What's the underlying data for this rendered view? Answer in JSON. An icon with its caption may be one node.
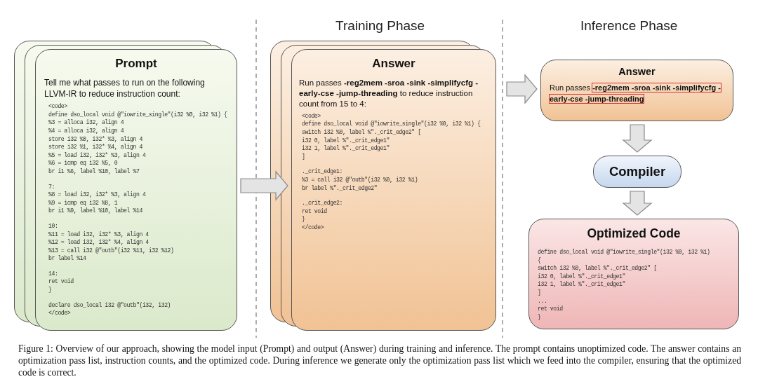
{
  "diagram": {
    "caption": "Figure 1: Overview of our approach, showing the model input (Prompt) and output (Answer) during training and inference. The prompt contains unoptimized code. The answer contains an optimization pass list, instruction counts, and the optimized code. During inference we generate only the optimization pass list which we feed into the compiler, ensuring that the optimized code is correct.",
    "nodes": [
      {
        "text": [
          "Prompt",
          "Tell me what passes to run on the following LLVM-IR to reduce instruction count:",
          "<code>",
          "define dso_local void @\"iowrite_single\"(i32 %0, i32 %1) {",
          "%3 = alloca i32, align 4",
          "%4 = alloca i32, align 4",
          "store i32 %0, i32* %3, align 4",
          "store i32 %1, i32* %4, align 4",
          "%5 = load i32, i32* %3, align 4",
          "%6 = icmp eq i32 %5, 0",
          "br i1 %6, label %10, label %7",
          "7:",
          "%8 = load i32, i32* %3, align 4",
          "%9 = icmp eq i32 %8, 1",
          "br i1 %9, label %10, label %14",
          "10:",
          "%11 = load i32, i32* %3, align 4",
          "%12 = load i32, i32* %4, align 4",
          "%13 = call i32 @\"outb\"(i32 %11, i32 %12)",
          "br label %14",
          "14:",
          "ret void",
          "}",
          "declare dso_local i32 @\"outb\"(i32, i32)",
          "</code>"
        ]
      },
      {
        "text": [
          "Answer",
          "Run passes **-reg2mem -sroa -sink -simplifycfg -early-cse -jump-threading** to reduce instruction count from 15 to 4:",
          "<code>",
          "define dso_local void @\"iowrite_single\"(i32 %0, i32 %1) {",
          "switch i32 %0, label %\"._crit_edge2\" [",
          "i32 0, label %\"._crit_edge1\"",
          "i32 1, label %\"._crit_edge1\"",
          "]",
          "._crit_edge1:",
          "%3 = call i32 @\"outb\"(i32 %0, i32 %1)",
          "br label %\"._crit_edge2\"",
          "._crit_edge2:",
          "ret void",
          "}",
          "</code>"
        ]
      },
      {
        "text": [
          "Answer",
          "Run passes **-reg2mem -sroa -sink -simplifycfg -early-cse -jump-threading**"
        ]
      },
      {
        "text": [
          "Compiler"
        ]
      },
      {
        "text": [
          "Optimized Code",
          "define dso_local void @\"iowrite_single\"(i32 %0, i32 %1)",
          "{",
          "switch i32 %0, label %\"._crit_edge2\" [",
          "i32 0, label %\"._crit_edge1\"",
          "i32 1, label %\"._crit_edge1\"",
          "]",
          "...",
          "ret void",
          "}"
        ]
      }
    ],
    "edges": [
      {
        "from": 0,
        "to": 1,
        "arrow": "to"
      },
      {
        "from": null,
        "to": 2,
        "arrow": "to"
      },
      {
        "from": 2,
        "to": 3,
        "arrow": "to"
      },
      {
        "from": 3,
        "to": 4,
        "arrow": "to"
      }
    ],
    "labels": [
      "Training Phase",
      "Inference Phase"
    ]
  }
}
